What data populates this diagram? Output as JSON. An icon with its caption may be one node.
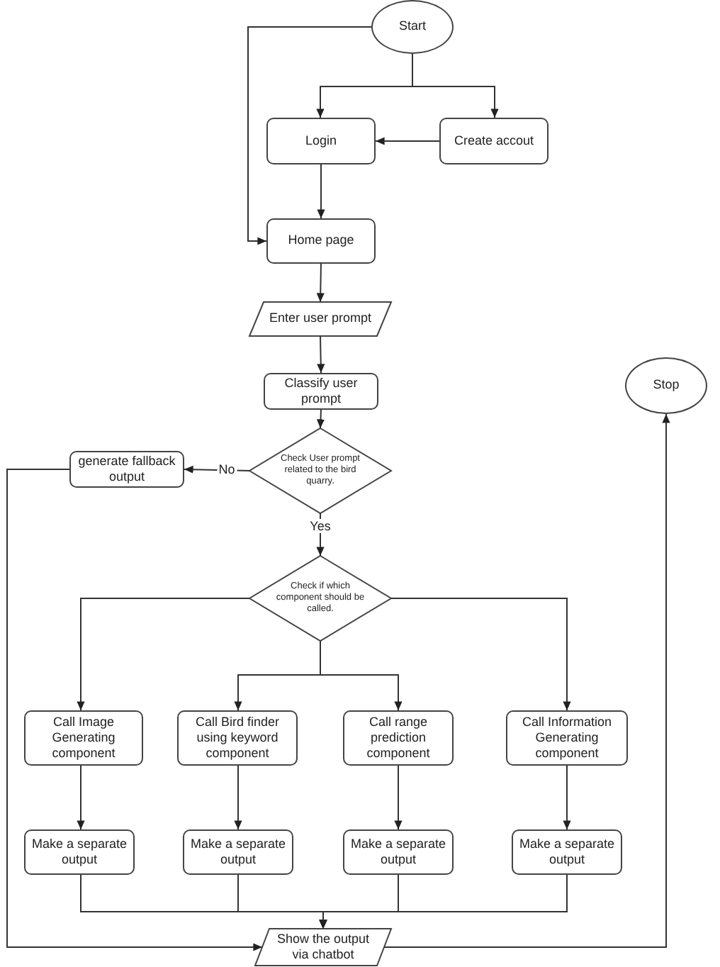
{
  "diagram": {
    "nodes": [
      {
        "text": [
          "Start"
        ]
      },
      {
        "text": [
          "Login"
        ]
      },
      {
        "text": [
          "Create accout"
        ]
      },
      {
        "text": [
          "Home page"
        ]
      },
      {
        "text": [
          "Enter user prompt"
        ]
      },
      {
        "text": [
          "Classify user prompt"
        ]
      },
      {
        "text": [
          "Check User prompt related to the bird quarry."
        ]
      },
      {
        "text": [
          "generate fallback output"
        ]
      },
      {
        "text": [
          "Check if which component should be called."
        ]
      },
      {
        "text": [
          "Call Image Generating component"
        ]
      },
      {
        "text": [
          "Call Bird finder using keyword component"
        ]
      },
      {
        "text": [
          "Call range prediction component"
        ]
      },
      {
        "text": [
          "Call Information Generating component"
        ]
      },
      {
        "text": [
          "Make a separate output"
        ]
      },
      {
        "text": [
          "Make a separate output"
        ]
      },
      {
        "text": [
          "Make a separate output"
        ]
      },
      {
        "text": [
          "Make a separate output"
        ]
      },
      {
        "text": [
          "Show the output via chatbot"
        ]
      },
      {
        "text": [
          "Stop"
        ]
      }
    ],
    "edges": [
      {
        "from": 0,
        "to": 1,
        "arrow": "to"
      },
      {
        "from": 0,
        "to": 2,
        "arrow": "to"
      },
      {
        "from": 0,
        "to": 3,
        "arrow": "to"
      },
      {
        "from": 2,
        "to": 1,
        "arrow": "to"
      },
      {
        "from": 1,
        "to": 3,
        "arrow": "to"
      },
      {
        "from": 3,
        "to": 4,
        "arrow": "to"
      },
      {
        "from": 4,
        "to": 5,
        "arrow": "to"
      },
      {
        "from": 5,
        "to": 6,
        "arrow": "to"
      },
      {
        "from": 6,
        "to": 7,
        "arrow": "to",
        "label": "No"
      },
      {
        "from": 6,
        "to": 8,
        "arrow": "to",
        "label": "Yes"
      },
      {
        "from": 8,
        "to": 9,
        "arrow": "to"
      },
      {
        "from": 8,
        "to": 10,
        "arrow": "to"
      },
      {
        "from": 8,
        "to": 11,
        "arrow": "to"
      },
      {
        "from": 8,
        "to": 12,
        "arrow": "to"
      },
      {
        "from": 9,
        "to": 13,
        "arrow": "to"
      },
      {
        "from": 10,
        "to": 14,
        "arrow": "to"
      },
      {
        "from": 11,
        "to": 15,
        "arrow": "to"
      },
      {
        "from": 12,
        "to": 16,
        "arrow": "to"
      },
      {
        "from": 13,
        "to": 17,
        "arrow": "to"
      },
      {
        "from": 14,
        "to": 17,
        "arrow": "to"
      },
      {
        "from": 15,
        "to": 17,
        "arrow": "to"
      },
      {
        "from": 16,
        "to": 17,
        "arrow": "to"
      },
      {
        "from": 7,
        "to": 17,
        "arrow": "to"
      },
      {
        "from": 17,
        "to": 18,
        "arrow": "to"
      }
    ]
  }
}
